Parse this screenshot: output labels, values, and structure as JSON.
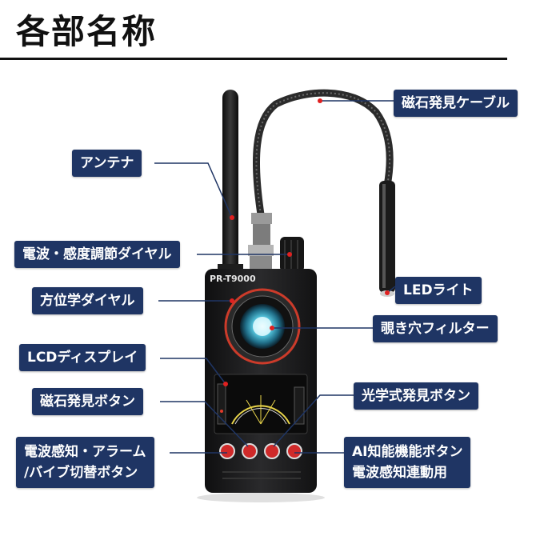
{
  "title": "各部名称",
  "device": {
    "model": "PR-T9000"
  },
  "labels": {
    "magnet_cable": "磁石発見ケーブル",
    "antenna": "アンテナ",
    "sensitivity_dial": "電波・感度調節ダイヤル",
    "led_light": "LEDライト",
    "direction_dial": "方位学ダイヤル",
    "peep_filter": "覗き穴フィルター",
    "lcd_display": "LCDディスプレイ",
    "magnet_button": "磁石発見ボタン",
    "optical_button": "光学式発見ボタン",
    "alarm_switch_1": "電波感知・アラーム",
    "alarm_switch_2": "/バイブ切替ボタン",
    "ai_button_1": "AI知能機能ボタン",
    "ai_button_2": "電波感知連動用"
  },
  "colors": {
    "label_bg": "#1f3564",
    "leader_line": "#1f3564",
    "marker_dot": "#e02020",
    "device_body": "#1c1c1e"
  }
}
